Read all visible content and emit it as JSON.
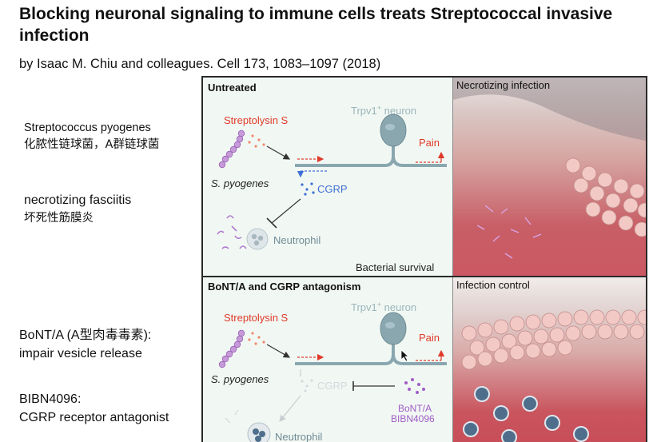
{
  "title": "Blocking neuronal signaling to immune cells treats Streptococcal invasive infection",
  "byline": "by Isaac M. Chiu and colleagues. Cell 173, 1083–1097 (2018)",
  "notes": [
    {
      "line1": "Streptococcus pyogenes",
      "line2": "化脓性链球菌，A群链球菌"
    },
    {
      "line1": "necrotizing fasciitis",
      "line2": "坏死性筋膜炎"
    },
    {
      "line1": "BoNT/A (A型肉毒毒素):",
      "line2": "impair vesicle release"
    },
    {
      "line1": "BIBN4096:",
      "line2": "CGRP receptor antagonist"
    }
  ],
  "figure": {
    "top_panel": {
      "title": "Untreated",
      "streptolysin": "Streptolysin S",
      "neuron": "Trpv1",
      "neuron_sup": "+",
      "neuron_suffix": " neuron",
      "pain": "Pain",
      "pathogen": "S. pyogenes",
      "cgrp": "CGRP",
      "neutrophil": "Neutrophil",
      "outcome": "Bacterial survival",
      "micro_label": "Necrotizing infection"
    },
    "bottom_panel": {
      "title": "BoNT/A and CGRP antagonism",
      "streptolysin": "Streptolysin S",
      "neuron": "Trpv1",
      "neuron_sup": "+",
      "neuron_suffix": " neuron",
      "pain": "Pain",
      "pathogen": "S. pyogenes",
      "cgrp": "CGRP",
      "neutrophil": "Neutrophil",
      "drug1": "BoNT/A",
      "drug2": "BIBN4096",
      "micro_label": "Infection control"
    }
  },
  "colors": {
    "red": "#e03a2a",
    "blue": "#3f6fd6",
    "purple": "#a05cc8",
    "neuron_teal": "#8aa7b0"
  }
}
